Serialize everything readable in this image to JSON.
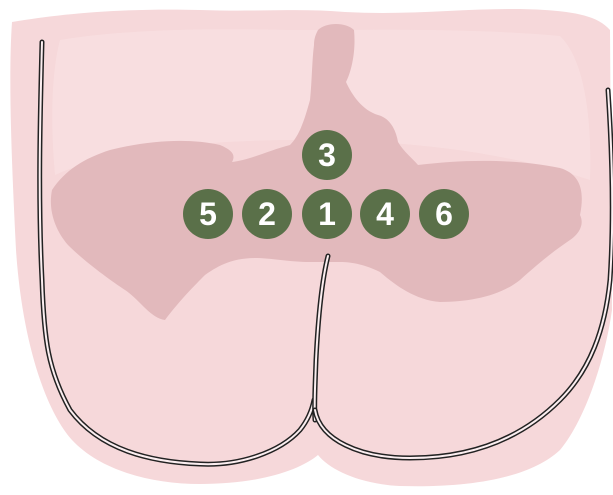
{
  "colors": {
    "background": "#ffffff",
    "body_fill": "#f6d8da",
    "body_fill_light": "#fbe6e8",
    "region_fill": "#e2b9bc",
    "outline": "#222222",
    "marker_fill": "#5a7049",
    "marker_text": "#ffffff"
  },
  "markers": [
    {
      "label": "3"
    },
    {
      "label": "5"
    },
    {
      "label": "2"
    },
    {
      "label": "1"
    },
    {
      "label": "4"
    },
    {
      "label": "6"
    }
  ]
}
